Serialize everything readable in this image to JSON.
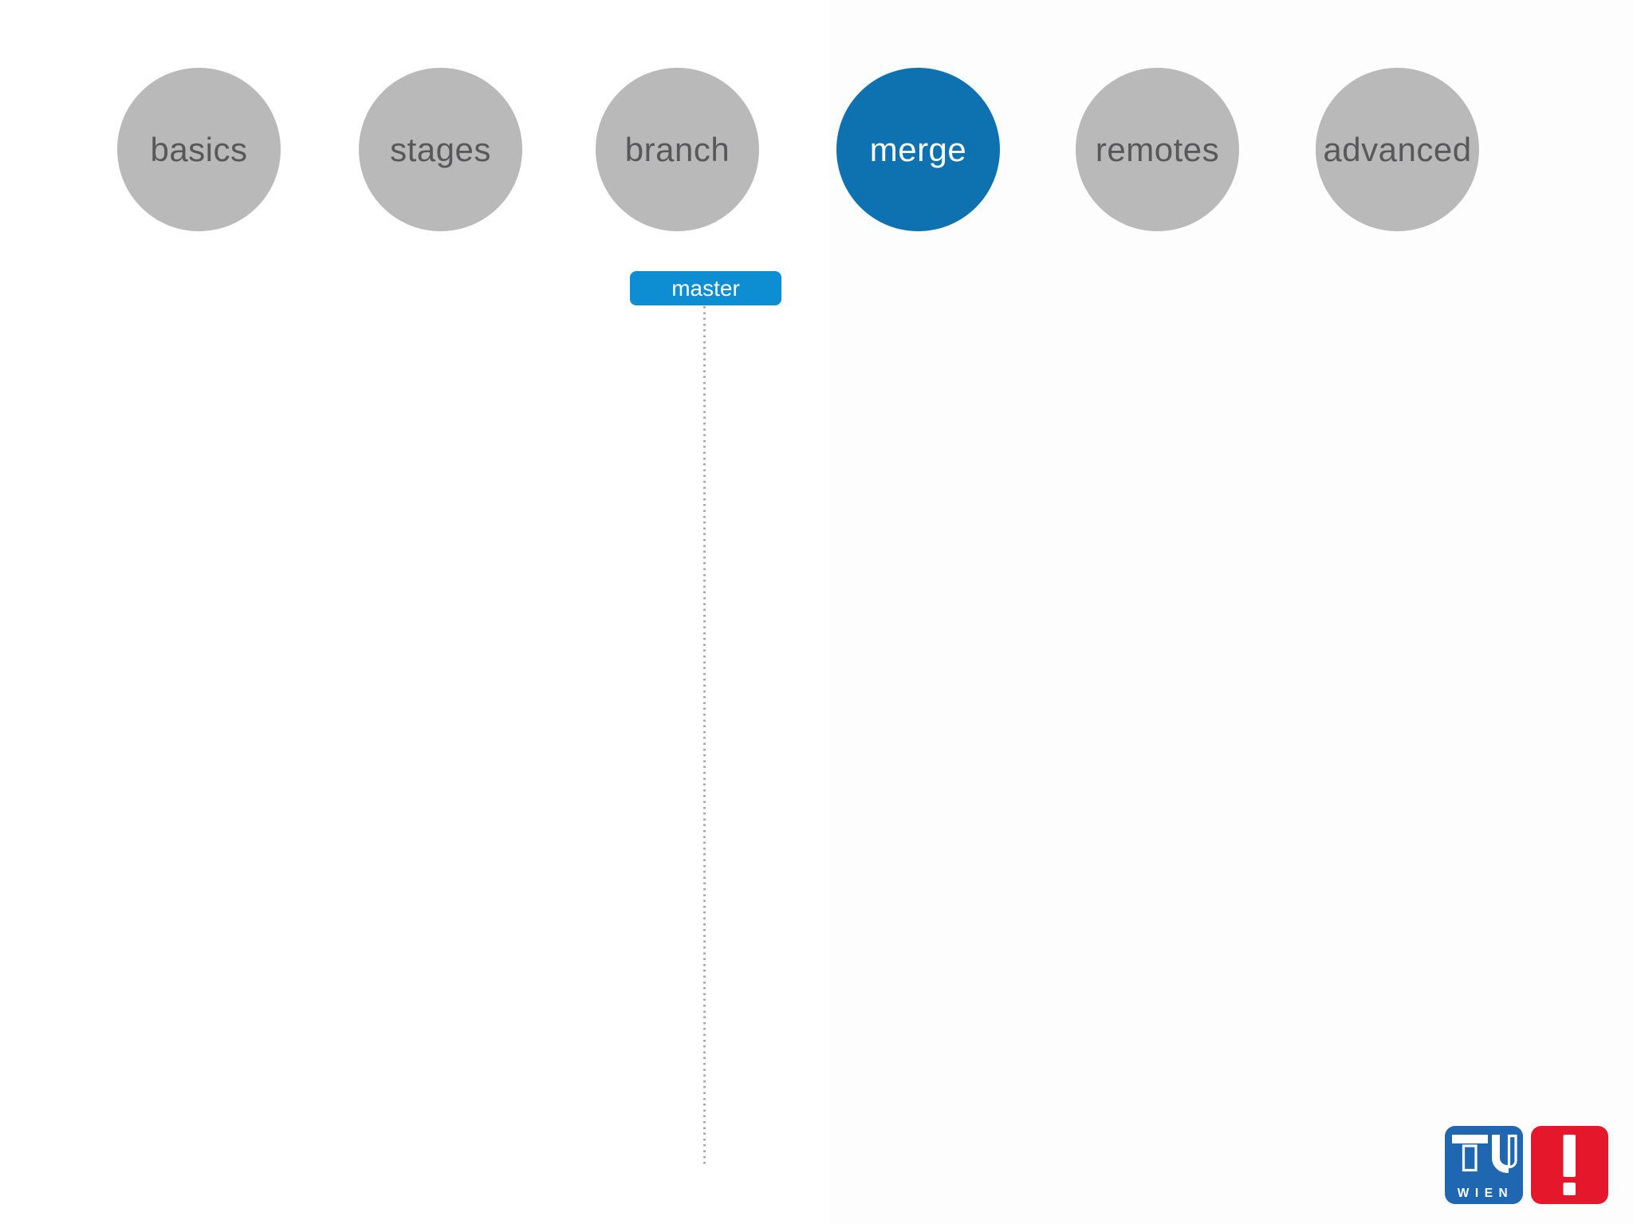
{
  "slide": {
    "nav_items": [
      {
        "label": "basics",
        "active": false
      },
      {
        "label": "stages",
        "active": false
      },
      {
        "label": "branch",
        "active": false
      },
      {
        "label": "merge",
        "active": true
      },
      {
        "label": "remotes",
        "active": false
      },
      {
        "label": "advanced",
        "active": false
      }
    ],
    "branch_label": "master"
  },
  "logos": {
    "tu_wien": {
      "abbr": "TU",
      "sub": "WIEN",
      "aria": "TU WIEN"
    },
    "alert": {
      "text": "!"
    }
  },
  "colors": {
    "circle_gray": "#b9b9ba",
    "circle_text_gray": "#58585a",
    "active_circle_blue": "#0e71b0",
    "branch_badge_blue": "#0d8ed3",
    "dotted_line_gray": "#a9a9a9",
    "tu_logo_blue": "#1f67b1",
    "alert_logo_red": "#e5182b",
    "background_right": "#fdfdfd"
  }
}
